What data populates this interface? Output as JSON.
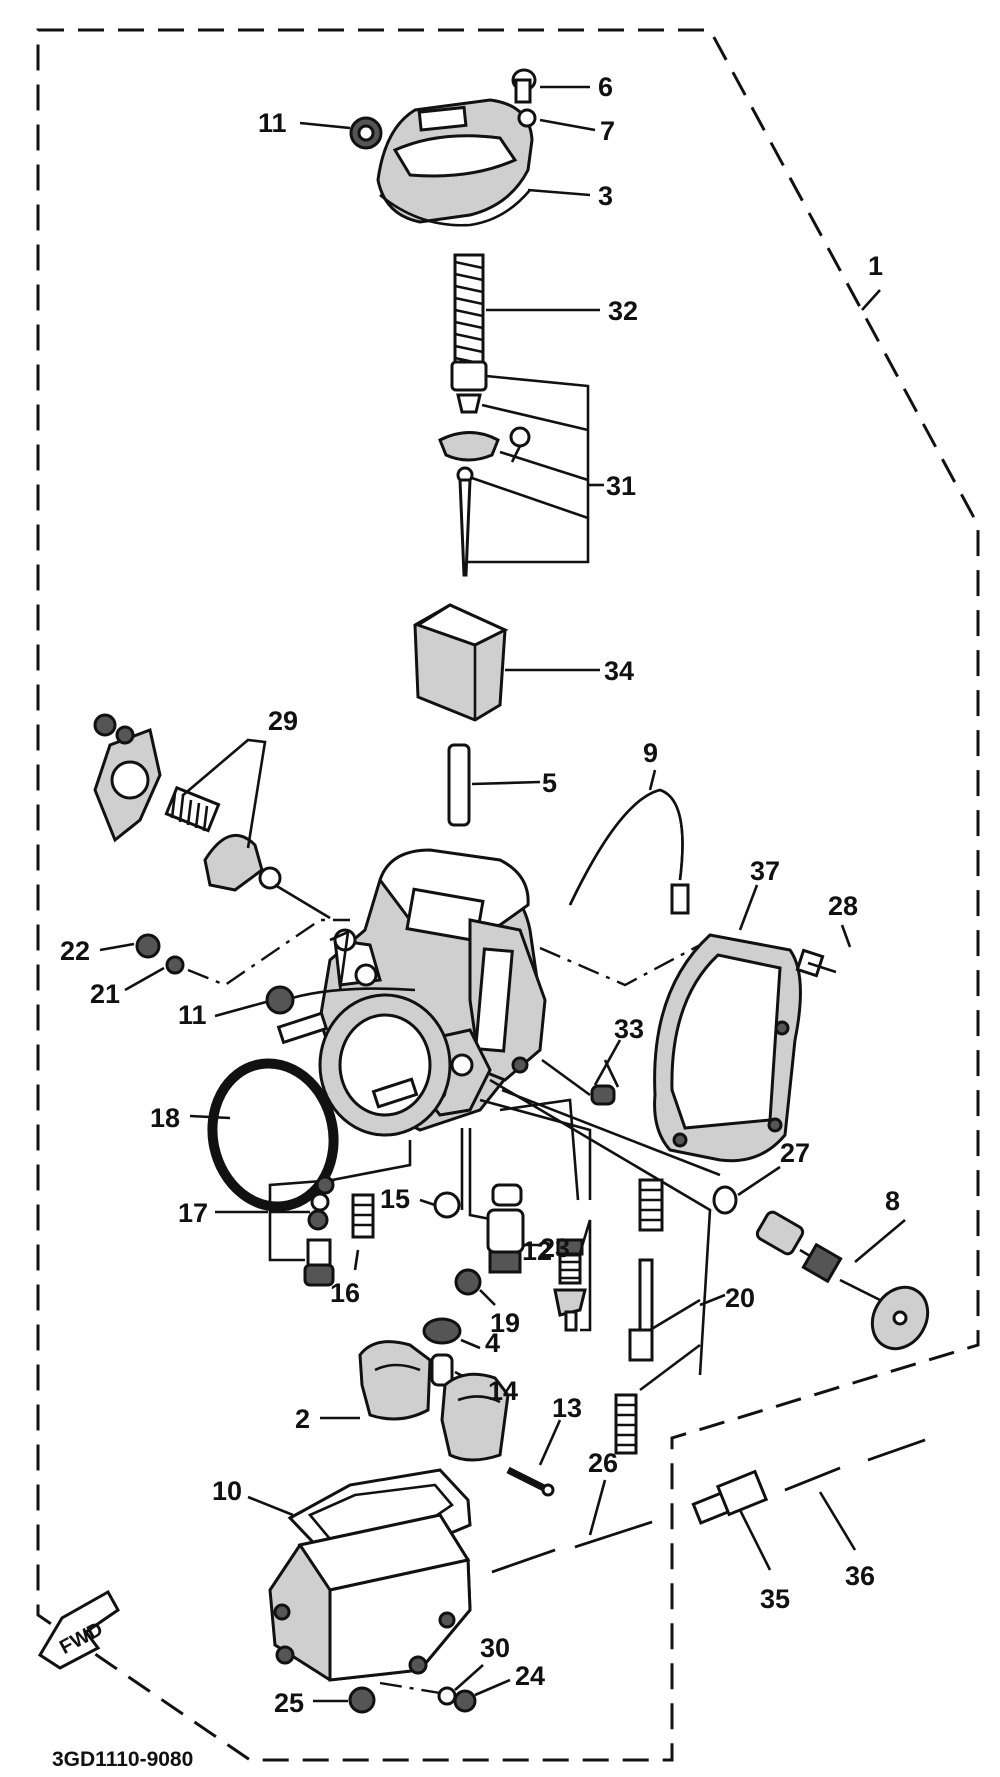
{
  "diagram_code": "3GD1110-9080",
  "fwd_label": "FWD",
  "parts": {
    "p1": "1",
    "p2": "2",
    "p3": "3",
    "p4": "4",
    "p5": "5",
    "p6": "6",
    "p7": "7",
    "p8": "8",
    "p9": "9",
    "p10": "10",
    "p11a": "11",
    "p11b": "11",
    "p12": "12",
    "p13": "13",
    "p14": "14",
    "p15": "15",
    "p16": "16",
    "p17": "17",
    "p18": "18",
    "p19": "19",
    "p20": "20",
    "p21": "21",
    "p22": "22",
    "p23": "23",
    "p24": "24",
    "p25": "25",
    "p26": "26",
    "p27": "27",
    "p28": "28",
    "p29": "29",
    "p30": "30",
    "p31": "31",
    "p32": "32",
    "p33": "33",
    "p34": "34",
    "p35": "35",
    "p36": "36",
    "p37": "37"
  }
}
